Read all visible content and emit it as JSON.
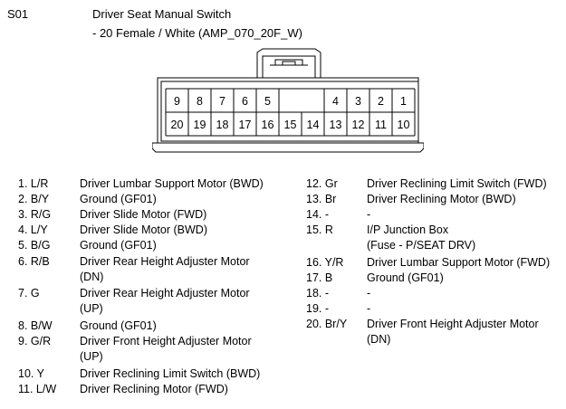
{
  "header": {
    "code": "S01",
    "title": "Driver Seat Manual Switch",
    "connector": "- 20 Female / White (AMP_070_20F_W)"
  },
  "connector": {
    "top_row": [
      "9",
      "8",
      "7",
      "6",
      "5",
      "",
      "4",
      "3",
      "2",
      "1"
    ],
    "bottom_row": [
      "20",
      "19",
      "18",
      "17",
      "16",
      "15",
      "14",
      "13",
      "12",
      "11",
      "10"
    ]
  },
  "pins_left": [
    {
      "num": "1. L/R",
      "desc": [
        "Driver Lumbar Support Motor (BWD)"
      ]
    },
    {
      "num": "2. B/Y",
      "desc": [
        "Ground (GF01)"
      ]
    },
    {
      "num": "3. R/G",
      "desc": [
        "Driver Slide Motor (FWD)"
      ]
    },
    {
      "num": "4. L/Y",
      "desc": [
        "Driver Slide Motor (BWD)"
      ]
    },
    {
      "num": "5. B/G",
      "desc": [
        "Ground (GF01)"
      ]
    },
    {
      "num": "6. R/B",
      "desc": [
        "Driver Rear Height Adjuster Motor",
        "(DN)"
      ]
    },
    {
      "num": "7. G",
      "desc": [
        "Driver Rear Height Adjuster Motor",
        "(UP)"
      ]
    },
    {
      "num": "8. B/W",
      "desc": [
        "Ground (GF01)"
      ]
    },
    {
      "num": "9. G/R",
      "desc": [
        "Driver Front Height Adjuster Motor",
        "(UP)"
      ]
    },
    {
      "num": "10. Y",
      "desc": [
        "Driver Reclining Limit Switch (BWD)"
      ]
    },
    {
      "num": "11. L/W",
      "desc": [
        "Driver Reclining Motor (FWD)"
      ]
    }
  ],
  "pins_right": [
    {
      "num": "12. Gr",
      "desc": [
        "Driver Reclining Limit Switch (FWD)"
      ]
    },
    {
      "num": "13. Br",
      "desc": [
        "Driver Reclining Motor (BWD)"
      ]
    },
    {
      "num": "14. -",
      "desc": [
        "-"
      ]
    },
    {
      "num": "15. R",
      "desc": [
        "I/P Junction Box",
        "(Fuse - P/SEAT DRV)"
      ]
    },
    {
      "num": "16. Y/R",
      "desc": [
        "Driver Lumbar Support Motor (FWD)"
      ]
    },
    {
      "num": "17. B",
      "desc": [
        "Ground (GF01)"
      ]
    },
    {
      "num": "18. -",
      "desc": [
        "-"
      ]
    },
    {
      "num": "19. -",
      "desc": [
        "-"
      ]
    },
    {
      "num": "20. Br/Y",
      "desc": [
        "Driver Front Height Adjuster Motor",
        "(DN)"
      ]
    }
  ]
}
